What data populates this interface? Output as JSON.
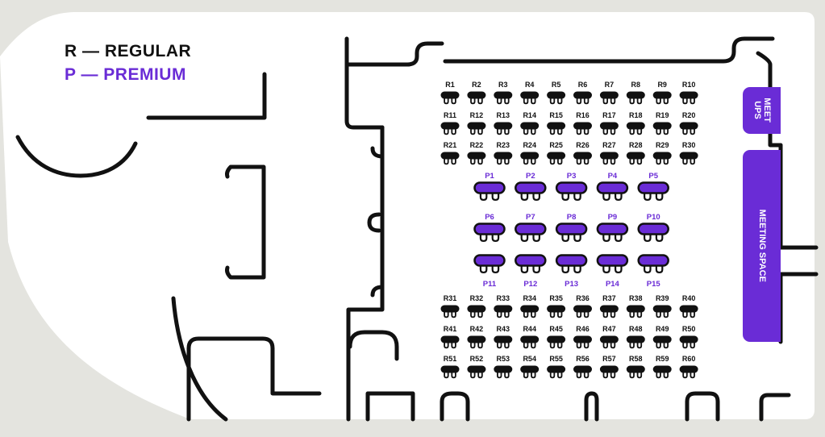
{
  "legend": {
    "regular": "R — REGULAR",
    "premium": "P — PREMIUM"
  },
  "zones": {
    "meetups": "MEET\nUPS",
    "meeting_space": "MEETING SPACE"
  },
  "colors": {
    "background": "#e4e4df",
    "floor": "#ffffff",
    "walls": "#111111",
    "regular_seat": "#111111",
    "premium_seat": "#6a2cd6",
    "accent": "#6a2cd6"
  },
  "seat_icon": "armchair-icon",
  "seating": {
    "regular_top": [
      [
        "R1",
        "R2",
        "R3",
        "R4",
        "R5",
        "R6",
        "R7",
        "R8",
        "R9",
        "R10"
      ],
      [
        "R11",
        "R12",
        "R13",
        "R14",
        "R15",
        "R16",
        "R17",
        "R18",
        "R19",
        "R20"
      ],
      [
        "R21",
        "R22",
        "R23",
        "R24",
        "R25",
        "R26",
        "R27",
        "R28",
        "R29",
        "R30"
      ]
    ],
    "premium": [
      [
        "P1",
        "P2",
        "P3",
        "P4",
        "P5"
      ],
      [
        "P6",
        "P7",
        "P8",
        "P9",
        "P10"
      ],
      [
        "P11",
        "P12",
        "P13",
        "P14",
        "P15"
      ]
    ],
    "regular_bottom": [
      [
        "R31",
        "R32",
        "R33",
        "R34",
        "R35",
        "R36",
        "R37",
        "R38",
        "R39",
        "R40"
      ],
      [
        "R41",
        "R42",
        "R43",
        "R44",
        "R45",
        "R46",
        "R47",
        "R48",
        "R49",
        "R50"
      ],
      [
        "R51",
        "R52",
        "R53",
        "R54",
        "R55",
        "R56",
        "R57",
        "R58",
        "R59",
        "R60"
      ]
    ]
  }
}
